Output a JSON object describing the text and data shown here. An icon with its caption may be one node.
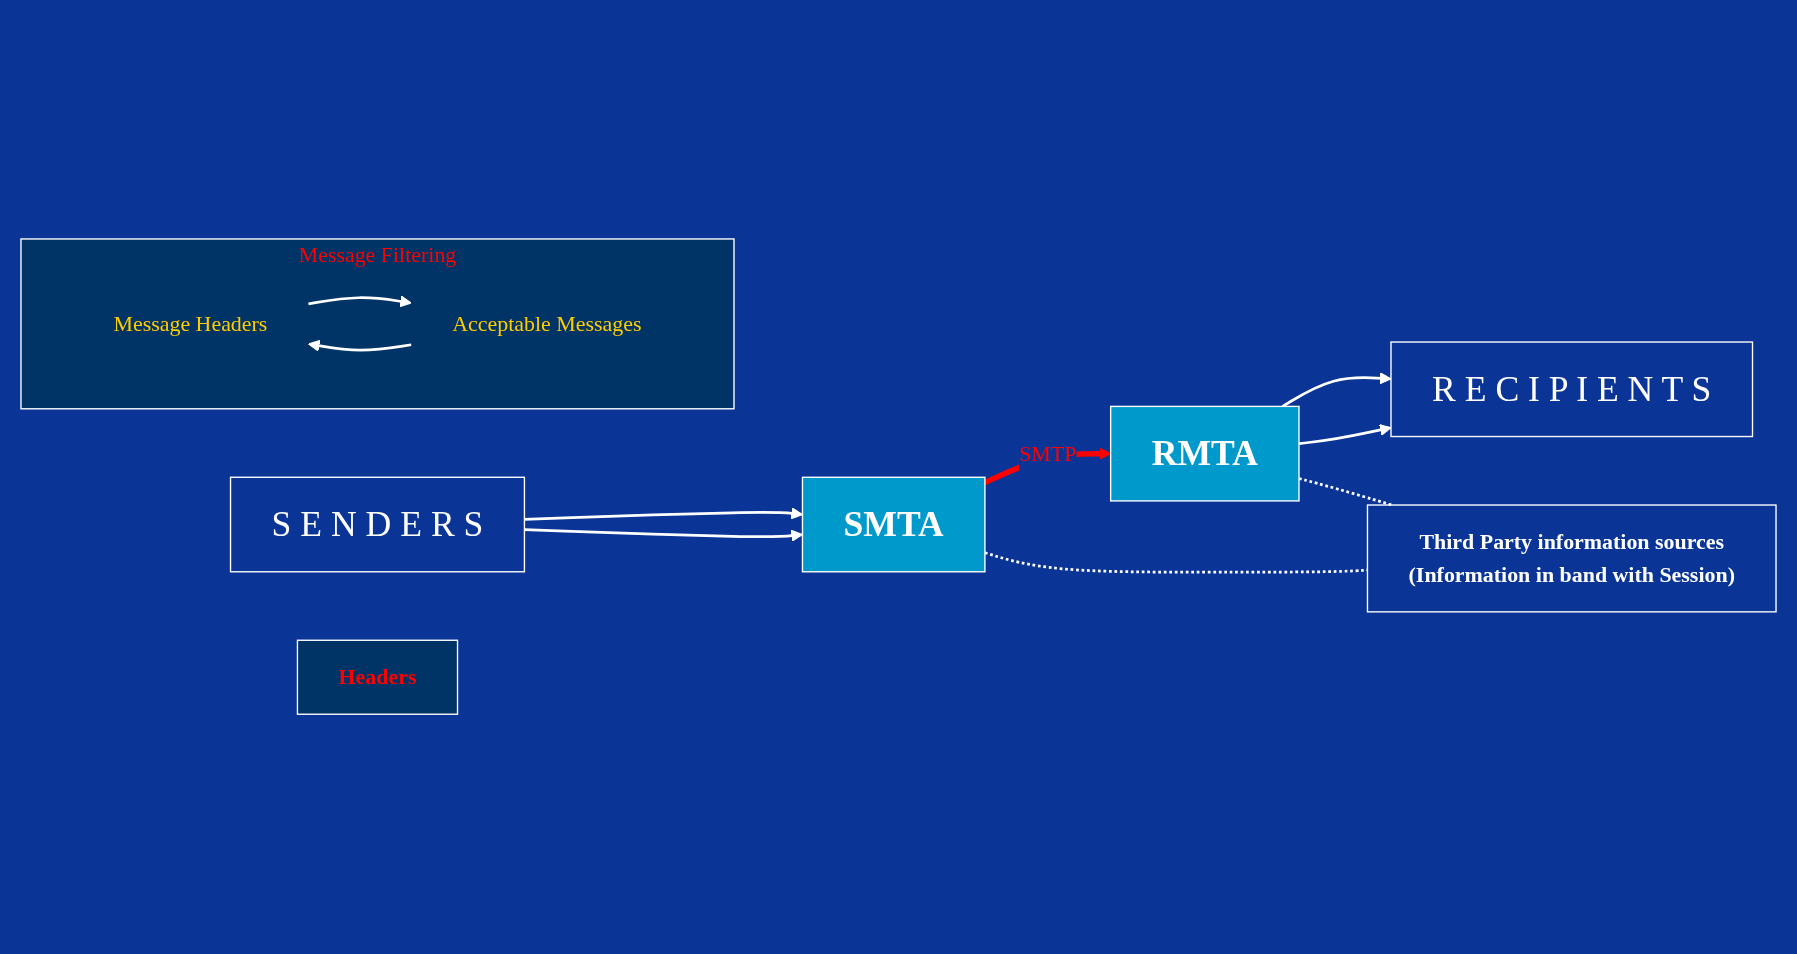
{
  "diagram": {
    "nodes": [
      {
        "text": [
          "S E N D E R S"
        ]
      },
      {
        "text": [
          "SMTA"
        ]
      },
      {
        "text": [
          "RMTA"
        ]
      },
      {
        "text": [
          "R E C I P I E N T S"
        ]
      },
      {
        "text": [
          "Message Filtering"
        ]
      },
      {
        "text": [
          "Message Headers"
        ],
        "in": 4
      },
      {
        "text": [
          "Acceptable Messages"
        ],
        "in": 4
      },
      {
        "text": [
          "Headers"
        ]
      },
      {
        "text": [
          "Third Party information sources",
          "(Information in band with Session)"
        ]
      }
    ],
    "edges": [
      {
        "from": 0,
        "to": 1,
        "arrow": "to"
      },
      {
        "from": 0,
        "to": 1,
        "arrow": "to"
      },
      {
        "from": 1,
        "to": 2,
        "arrow": "to",
        "label": "SMTP",
        "style": "thick",
        "color": "#ff0000"
      },
      {
        "from": 2,
        "to": 3,
        "arrow": "to"
      },
      {
        "from": 2,
        "to": 3,
        "arrow": "to"
      },
      {
        "from": 5,
        "to": 6,
        "arrow": "to"
      },
      {
        "from": 6,
        "to": 5,
        "arrow": "to"
      },
      {
        "from": 1,
        "to": 8,
        "arrow": "none",
        "style": "dashed"
      },
      {
        "from": 2,
        "to": 8,
        "arrow": "none",
        "style": "dashed"
      }
    ]
  }
}
